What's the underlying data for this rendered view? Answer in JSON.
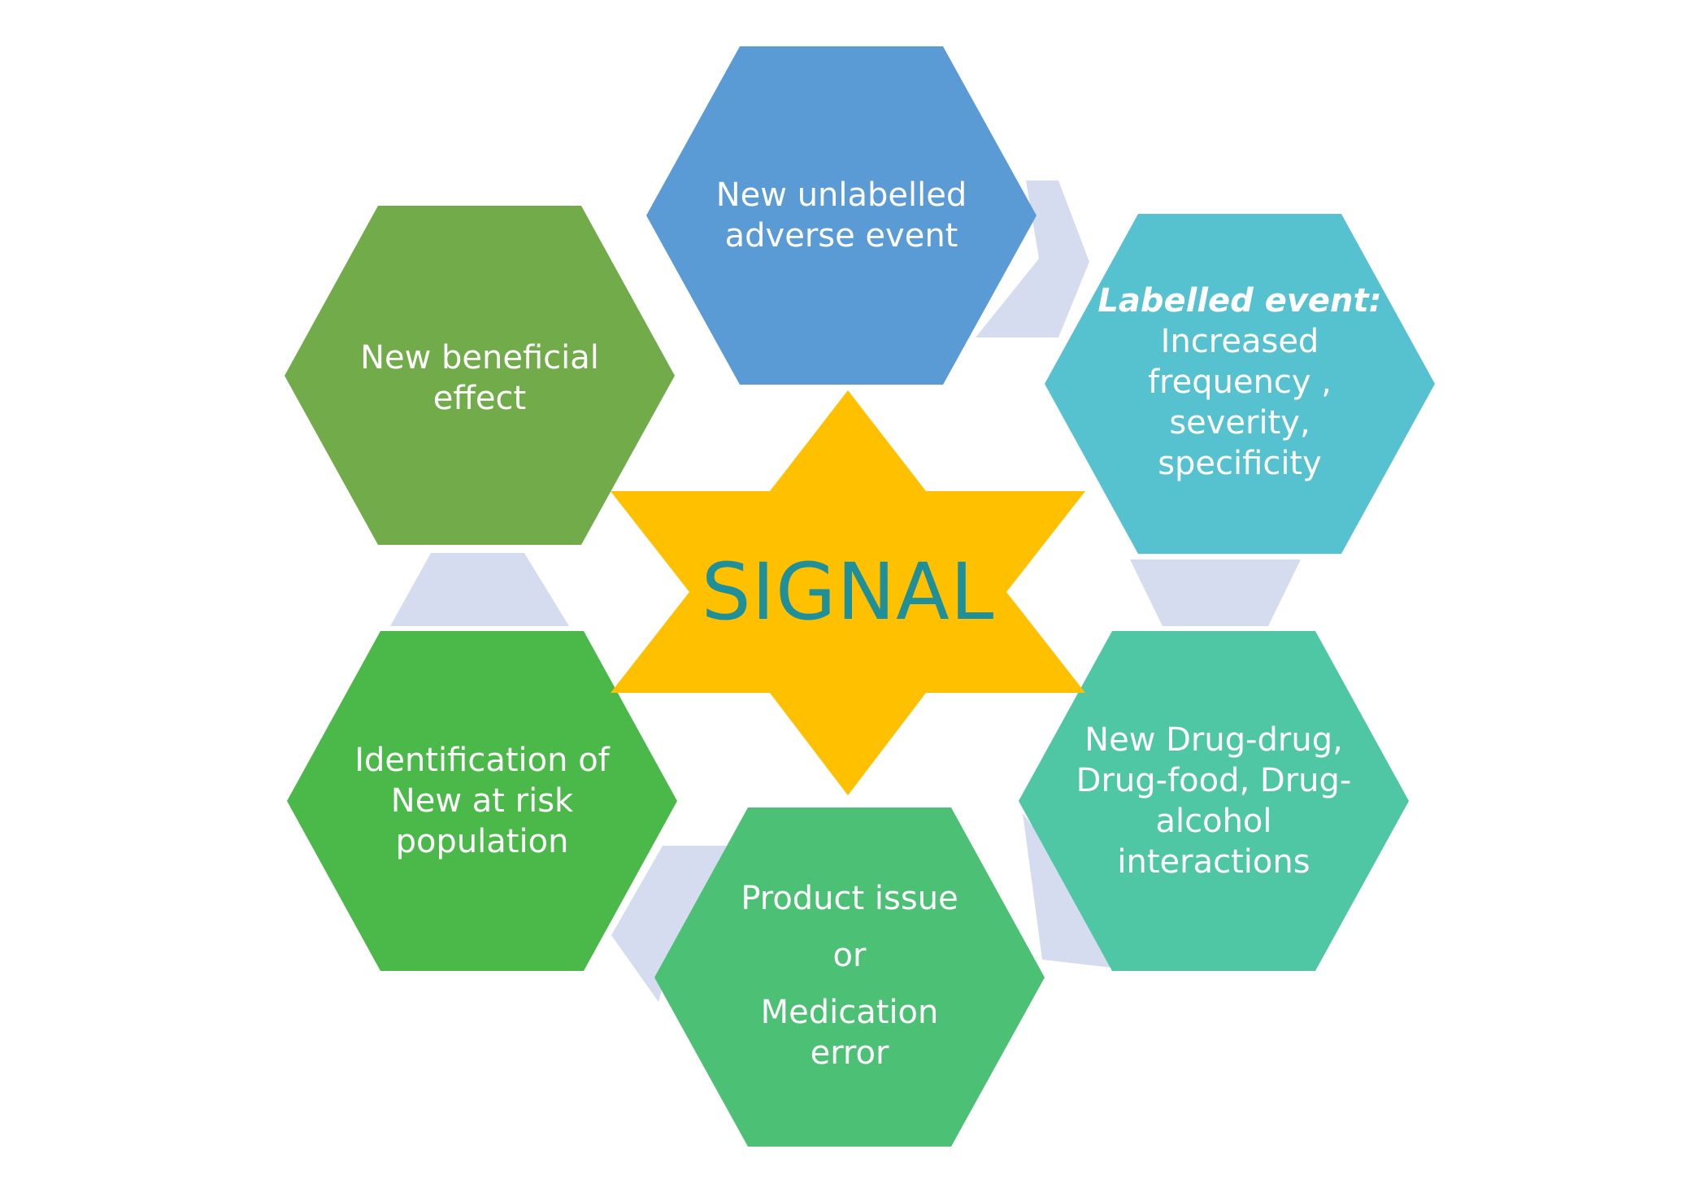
{
  "center": {
    "label": "SIGNAL",
    "fill": "#ffc000",
    "text_color": "#1f8f9a"
  },
  "connector_color": "#d6dcef",
  "nodes": [
    {
      "id": "unlabelled",
      "fill": "#5b9bd5",
      "lines": [
        "New unlabelled",
        "adverse event"
      ]
    },
    {
      "id": "labelled",
      "fill": "#56c1cf",
      "title": "Labelled event:",
      "lines": [
        "Increased",
        "frequency ,",
        "severity,",
        "specificity"
      ]
    },
    {
      "id": "interactions",
      "fill": "#4fc7a5",
      "lines": [
        "New Drug-drug,",
        "Drug-food, Drug-",
        "alcohol",
        "interactions"
      ]
    },
    {
      "id": "product",
      "fill": "#4cc074",
      "lines": [
        "Product issue",
        "or",
        "Medication",
        "error"
      ]
    },
    {
      "id": "population",
      "fill": "#4bb94a",
      "lines": [
        "Identification of",
        "New at risk",
        "population"
      ]
    },
    {
      "id": "beneficial",
      "fill": "#72ac4a",
      "lines": [
        "New beneficial",
        "effect"
      ]
    }
  ]
}
